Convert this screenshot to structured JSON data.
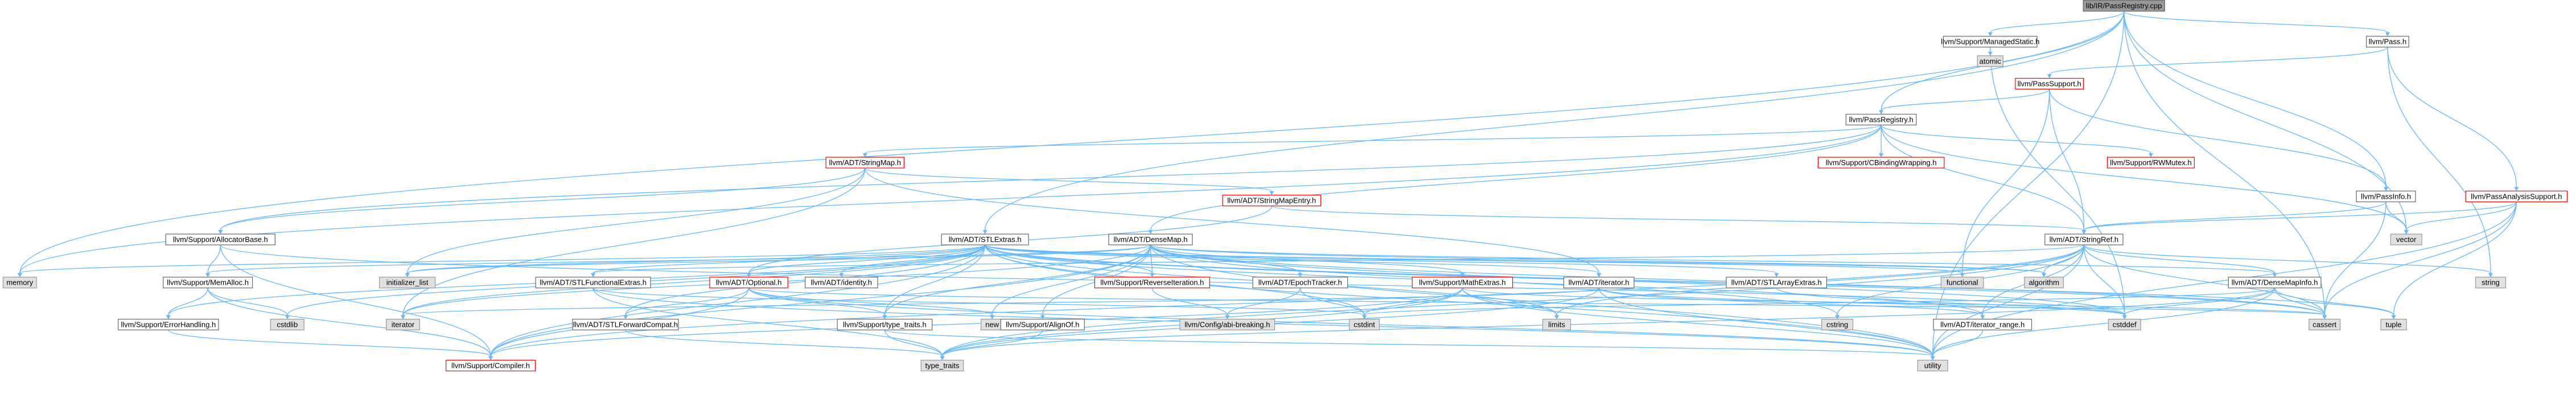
{
  "diagram": {
    "title": "",
    "colors": {
      "edge": "#63b8ff",
      "root_fill": "#999999",
      "internal_border": "#ff0000",
      "system_fill": "#e0e0e0",
      "plain_border": "#666666"
    },
    "nodes": [
      {
        "id": "root",
        "label": "lib/IR/PassRegistry.cpp",
        "kind": "root"
      },
      {
        "id": "managedstatic",
        "label": "llvm/Support/ManagedStatic.h",
        "kind": "plain"
      },
      {
        "id": "atomic",
        "label": "atomic",
        "kind": "system"
      },
      {
        "id": "pass",
        "label": "llvm/Pass.h",
        "kind": "plain"
      },
      {
        "id": "passsupport",
        "label": "llvm/PassSupport.h",
        "kind": "internal"
      },
      {
        "id": "passregistry",
        "label": "llvm/PassRegistry.h",
        "kind": "plain"
      },
      {
        "id": "stringmap",
        "label": "llvm/ADT/StringMap.h",
        "kind": "internal"
      },
      {
        "id": "cbinding",
        "label": "llvm/Support/CBindingWrapping.h",
        "kind": "internal"
      },
      {
        "id": "rwmutex",
        "label": "llvm/Support/RWMutex.h",
        "kind": "internal"
      },
      {
        "id": "passinfo",
        "label": "llvm/PassInfo.h",
        "kind": "plain"
      },
      {
        "id": "passanalysis",
        "label": "llvm/PassAnalysisSupport.h",
        "kind": "internal"
      },
      {
        "id": "stringmapentry",
        "label": "llvm/ADT/StringMapEntry.h",
        "kind": "internal"
      },
      {
        "id": "allocatorbase",
        "label": "llvm/Support/AllocatorBase.h",
        "kind": "plain"
      },
      {
        "id": "stlextras",
        "label": "llvm/ADT/STLExtras.h",
        "kind": "plain"
      },
      {
        "id": "densemap",
        "label": "llvm/ADT/DenseMap.h",
        "kind": "plain"
      },
      {
        "id": "stringref",
        "label": "llvm/ADT/StringRef.h",
        "kind": "plain"
      },
      {
        "id": "vector",
        "label": "vector",
        "kind": "system"
      },
      {
        "id": "memory",
        "label": "memory",
        "kind": "system"
      },
      {
        "id": "memalloc",
        "label": "llvm/Support/MemAlloc.h",
        "kind": "plain"
      },
      {
        "id": "initlist",
        "label": "initializer_list",
        "kind": "system"
      },
      {
        "id": "stlfunctional",
        "label": "llvm/ADT/STLFunctionalExtras.h",
        "kind": "plain"
      },
      {
        "id": "optional",
        "label": "llvm/ADT/Optional.h",
        "kind": "internal"
      },
      {
        "id": "identity",
        "label": "llvm/ADT/identity.h",
        "kind": "plain"
      },
      {
        "id": "reverseiter",
        "label": "llvm/Support/ReverseIteration.h",
        "kind": "internal"
      },
      {
        "id": "epochtracker",
        "label": "llvm/ADT/EpochTracker.h",
        "kind": "plain"
      },
      {
        "id": "mathextras",
        "label": "llvm/Support/MathExtras.h",
        "kind": "internal"
      },
      {
        "id": "adtiterator",
        "label": "llvm/ADT/iterator.h",
        "kind": "plain"
      },
      {
        "id": "stlarray",
        "label": "llvm/ADT/STLArrayExtras.h",
        "kind": "plain"
      },
      {
        "id": "densemapinfo",
        "label": "llvm/ADT/DenseMapInfo.h",
        "kind": "plain"
      },
      {
        "id": "functional",
        "label": "functional",
        "kind": "system"
      },
      {
        "id": "algorithm",
        "label": "algorithm",
        "kind": "system"
      },
      {
        "id": "string",
        "label": "string",
        "kind": "system"
      },
      {
        "id": "cstdlib",
        "label": "cstdlib",
        "kind": "system"
      },
      {
        "id": "errorhandling",
        "label": "llvm/Support/ErrorHandling.h",
        "kind": "plain"
      },
      {
        "id": "iterator",
        "label": "iterator",
        "kind": "system"
      },
      {
        "id": "stlforward",
        "label": "llvm/ADT/STLForwardCompat.h",
        "kind": "plain"
      },
      {
        "id": "typetraits_h",
        "label": "llvm/Support/type_traits.h",
        "kind": "plain"
      },
      {
        "id": "new",
        "label": "new",
        "kind": "system"
      },
      {
        "id": "alignof",
        "label": "llvm/Support/AlignOf.h",
        "kind": "plain"
      },
      {
        "id": "abibreaking",
        "label": "llvm/Config/abi-breaking.h",
        "kind": "system"
      },
      {
        "id": "limits",
        "label": "limits",
        "kind": "system"
      },
      {
        "id": "cstdint",
        "label": "cstdint",
        "kind": "system"
      },
      {
        "id": "cstring",
        "label": "cstring",
        "kind": "system"
      },
      {
        "id": "iterrange",
        "label": "llvm/ADT/iterator_range.h",
        "kind": "plain"
      },
      {
        "id": "cstddef",
        "label": "cstddef",
        "kind": "system"
      },
      {
        "id": "cassert",
        "label": "cassert",
        "kind": "system"
      },
      {
        "id": "tuple",
        "label": "tuple",
        "kind": "system"
      },
      {
        "id": "compiler",
        "label": "llvm/Support/Compiler.h",
        "kind": "internal"
      },
      {
        "id": "typetraits",
        "label": "type_traits",
        "kind": "system"
      },
      {
        "id": "utility",
        "label": "utility",
        "kind": "system"
      }
    ],
    "edges": [
      [
        "root",
        "managedstatic"
      ],
      [
        "root",
        "pass"
      ],
      [
        "root",
        "passregistry"
      ],
      [
        "root",
        "passinfo"
      ],
      [
        "root",
        "stlextras"
      ],
      [
        "root",
        "memory"
      ],
      [
        "root",
        "cassert"
      ],
      [
        "root",
        "utility"
      ],
      [
        "root",
        "vector"
      ],
      [
        "managedstatic",
        "atomic"
      ],
      [
        "managedstatic",
        "cstddef"
      ],
      [
        "pass",
        "passsupport"
      ],
      [
        "pass",
        "passanalysis"
      ],
      [
        "pass",
        "string"
      ],
      [
        "passsupport",
        "passregistry"
      ],
      [
        "passsupport",
        "passinfo"
      ],
      [
        "passsupport",
        "stringref"
      ],
      [
        "passsupport",
        "functional"
      ],
      [
        "passregistry",
        "stringmap"
      ],
      [
        "passregistry",
        "cbinding"
      ],
      [
        "passregistry",
        "rwmutex"
      ],
      [
        "passregistry",
        "densemap"
      ],
      [
        "passregistry",
        "stringref"
      ],
      [
        "passregistry",
        "memory"
      ],
      [
        "passregistry",
        "vector"
      ],
      [
        "passregistry",
        "allocatorbase"
      ],
      [
        "passinfo",
        "stringref"
      ],
      [
        "passinfo",
        "vector"
      ],
      [
        "passinfo",
        "cassert"
      ],
      [
        "passanalysis",
        "stringref"
      ],
      [
        "passanalysis",
        "vector"
      ],
      [
        "passanalysis",
        "tuple"
      ],
      [
        "passanalysis",
        "cassert"
      ],
      [
        "passanalysis",
        "utility"
      ],
      [
        "stringmap",
        "stringmapentry"
      ],
      [
        "stringmap",
        "allocatorbase"
      ],
      [
        "stringmap",
        "initlist"
      ],
      [
        "stringmap",
        "iterator"
      ],
      [
        "stringmap",
        "adtiterator"
      ],
      [
        "stringmapentry",
        "stringref"
      ],
      [
        "stringmapentry",
        "optional"
      ],
      [
        "allocatorbase",
        "compiler"
      ],
      [
        "allocatorbase",
        "memalloc"
      ],
      [
        "allocatorbase",
        "cstddef"
      ],
      [
        "stlextras",
        "stlfunctional"
      ],
      [
        "stlextras",
        "optional"
      ],
      [
        "stlextras",
        "identity"
      ],
      [
        "stlextras",
        "adtiterator"
      ],
      [
        "stlextras",
        "stlarray"
      ],
      [
        "stlextras",
        "iterrange"
      ],
      [
        "stlextras",
        "stlforward"
      ],
      [
        "stlextras",
        "typetraits_h"
      ],
      [
        "stlextras",
        "reverseiter"
      ],
      [
        "stlextras",
        "cstdint"
      ],
      [
        "stlextras",
        "algorithm"
      ],
      [
        "stlextras",
        "functional"
      ],
      [
        "stlextras",
        "initlist"
      ],
      [
        "stlextras",
        "iterator"
      ],
      [
        "stlextras",
        "limits"
      ],
      [
        "stlextras",
        "memory"
      ],
      [
        "stlextras",
        "tuple"
      ],
      [
        "stlextras",
        "utility"
      ],
      [
        "stlextras",
        "cstdlib"
      ],
      [
        "stlextras",
        "errorhandling"
      ],
      [
        "stlextras",
        "cassert"
      ],
      [
        "stlextras",
        "compiler"
      ],
      [
        "densemap",
        "densemapinfo"
      ],
      [
        "densemap",
        "epochtracker"
      ],
      [
        "densemap",
        "alignof"
      ],
      [
        "densemap",
        "mathextras"
      ],
      [
        "densemap",
        "memalloc"
      ],
      [
        "densemap",
        "reverseiter"
      ],
      [
        "densemap",
        "typetraits_h"
      ],
      [
        "densemap",
        "algorithm"
      ],
      [
        "densemap",
        "cassert"
      ],
      [
        "densemap",
        "cstddef"
      ],
      [
        "densemap",
        "cstring"
      ],
      [
        "densemap",
        "initlist"
      ],
      [
        "densemap",
        "iterator"
      ],
      [
        "densemap",
        "new"
      ],
      [
        "densemap",
        "type_traits"
      ],
      [
        "densemap",
        "utility"
      ],
      [
        "densemap",
        "compiler"
      ],
      [
        "stringref",
        "stlfunctional"
      ],
      [
        "stringref",
        "iterrange"
      ],
      [
        "stringref",
        "algorithm"
      ],
      [
        "stringref",
        "cassert"
      ],
      [
        "stringref",
        "cstddef"
      ],
      [
        "stringref",
        "cstring"
      ],
      [
        "stringref",
        "limits"
      ],
      [
        "stringref",
        "string"
      ],
      [
        "stringref",
        "typetraits"
      ],
      [
        "stringref",
        "utility"
      ],
      [
        "stringref",
        "densemapinfo"
      ],
      [
        "stringref",
        "compiler"
      ],
      [
        "memalloc",
        "compiler"
      ],
      [
        "memalloc",
        "errorhandling"
      ],
      [
        "memalloc",
        "cstdlib"
      ],
      [
        "errorhandling",
        "compiler"
      ],
      [
        "stlfunctional",
        "stlextras_fwd"
      ],
      [
        "stlfunctional",
        "typetraits"
      ],
      [
        "stlfunctional",
        "utility"
      ],
      [
        "stlfunctional",
        "cstdint"
      ],
      [
        "optional",
        "stlforward"
      ],
      [
        "optional",
        "typetraits_h"
      ],
      [
        "optional",
        "new"
      ],
      [
        "optional",
        "cassert"
      ],
      [
        "optional",
        "utility"
      ],
      [
        "optional",
        "compiler"
      ],
      [
        "reverseiter",
        "abibreaking"
      ],
      [
        "epochtracker",
        "abibreaking"
      ],
      [
        "epochtracker",
        "cstdint"
      ],
      [
        "mathextras",
        "compiler"
      ],
      [
        "mathextras",
        "cassert"
      ],
      [
        "mathextras",
        "climits"
      ],
      [
        "mathextras",
        "cstdint"
      ],
      [
        "mathextras",
        "limits"
      ],
      [
        "mathextras",
        "typetraits"
      ],
      [
        "mathextras",
        "utility"
      ],
      [
        "adtiterator",
        "iterrange"
      ],
      [
        "adtiterator",
        "cstddef"
      ],
      [
        "adtiterator",
        "iterator"
      ],
      [
        "adtiterator",
        "typetraits"
      ],
      [
        "adtiterator",
        "utility"
      ],
      [
        "stlarray",
        "cstddef"
      ],
      [
        "densemapinfo",
        "cassert"
      ],
      [
        "densemapinfo",
        "cstddef"
      ],
      [
        "densemapinfo",
        "cstdint"
      ],
      [
        "densemapinfo",
        "tuple"
      ],
      [
        "densemapinfo",
        "typetraits"
      ],
      [
        "densemapinfo",
        "utility"
      ],
      [
        "stlforward",
        "typetraits"
      ],
      [
        "typetraits_h",
        "typetraits"
      ],
      [
        "typetraits_h",
        "utility"
      ],
      [
        "alignof",
        "typetraits"
      ],
      [
        "iterrange",
        "utility"
      ]
    ]
  }
}
